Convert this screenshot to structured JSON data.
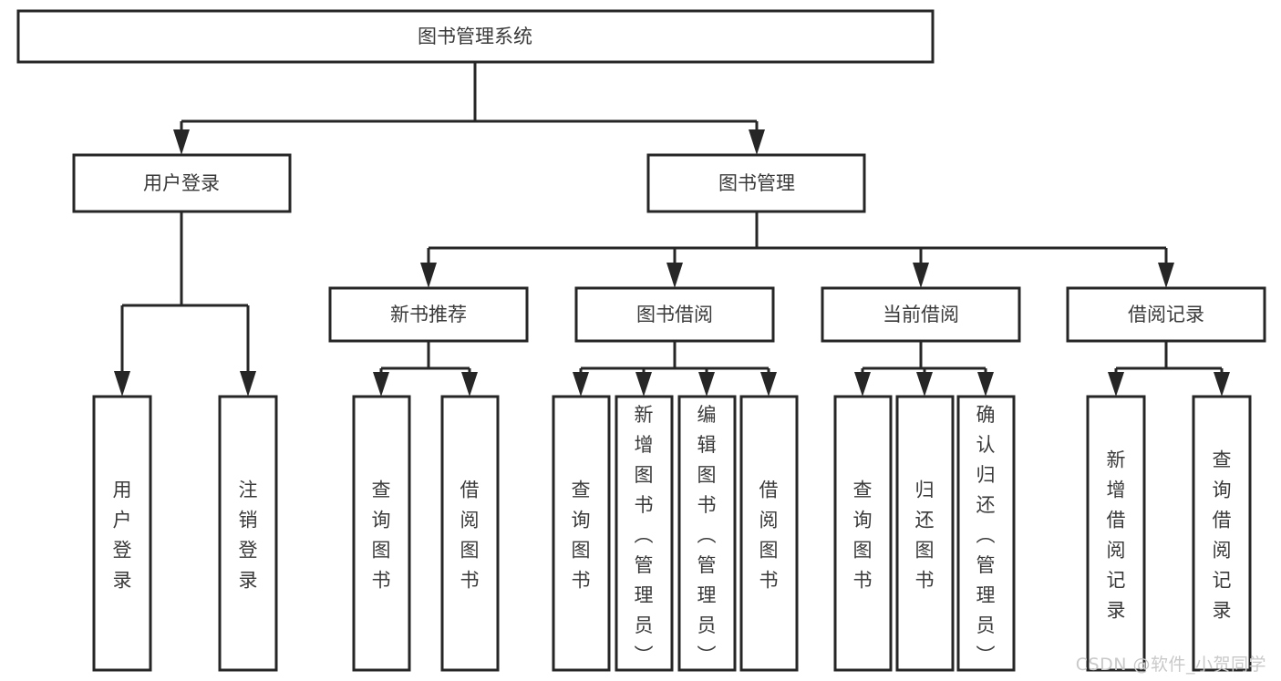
{
  "diagram": {
    "type": "tree",
    "title": "图书管理系统",
    "watermark": "CSDN @软件_小贺同学",
    "colors": {
      "stroke": "#262626",
      "box_fill": "#ffffff",
      "text": "#3a3a3a",
      "watermark": "#c9c9c9",
      "background": "#ffffff"
    },
    "levels": {
      "root": {
        "label": "图书管理系统"
      },
      "level2": [
        {
          "id": "user-login",
          "label": "用户登录"
        },
        {
          "id": "book-management",
          "label": "图书管理"
        }
      ],
      "level3": [
        {
          "id": "new-book-recommend",
          "label": "新书推荐",
          "parent": "book-management"
        },
        {
          "id": "book-borrow",
          "label": "图书借阅",
          "parent": "book-management"
        },
        {
          "id": "current-borrow",
          "label": "当前借阅",
          "parent": "book-management"
        },
        {
          "id": "borrow-record",
          "label": "借阅记录",
          "parent": "book-management"
        }
      ],
      "leaves": [
        {
          "id": "leaf-user-login",
          "label": "用户登录",
          "parent": "user-login"
        },
        {
          "id": "leaf-logout-login",
          "label": "注销登录",
          "parent": "user-login"
        },
        {
          "id": "leaf-query-book-1",
          "label": "查询图书",
          "parent": "new-book-recommend"
        },
        {
          "id": "leaf-borrow-book-1",
          "label": "借阅图书",
          "parent": "new-book-recommend"
        },
        {
          "id": "leaf-query-book-2",
          "label": "查询图书",
          "parent": "book-borrow"
        },
        {
          "id": "leaf-add-book",
          "label": "新增图书（管理员）",
          "parent": "book-borrow"
        },
        {
          "id": "leaf-edit-book",
          "label": "编辑图书（管理员）",
          "parent": "book-borrow"
        },
        {
          "id": "leaf-borrow-book-2",
          "label": "借阅图书",
          "parent": "book-borrow"
        },
        {
          "id": "leaf-query-book-3",
          "label": "查询图书",
          "parent": "current-borrow"
        },
        {
          "id": "leaf-return-book",
          "label": "归还图书",
          "parent": "current-borrow"
        },
        {
          "id": "leaf-confirm-return",
          "label": "确认归还（管理员）",
          "parent": "current-borrow"
        },
        {
          "id": "leaf-add-record",
          "label": "新增借阅记录",
          "parent": "borrow-record"
        },
        {
          "id": "leaf-query-record",
          "label": "查询借阅记录",
          "parent": "borrow-record"
        }
      ]
    }
  }
}
